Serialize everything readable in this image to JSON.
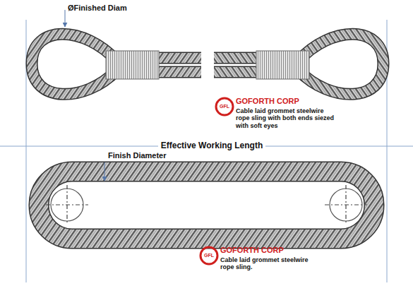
{
  "diagram": {
    "labels": [
      "ØFinished Diam",
      "GOFORTH CORP",
      "Cable laid grommet steelwire rope sling with both ends siezed with soft eyes",
      "GFL",
      "Effective Working Length",
      "Finish Diameter",
      "GOFORTH CORP",
      "Cable laid grommet steelwire rope sling.",
      "GFL"
    ]
  }
}
